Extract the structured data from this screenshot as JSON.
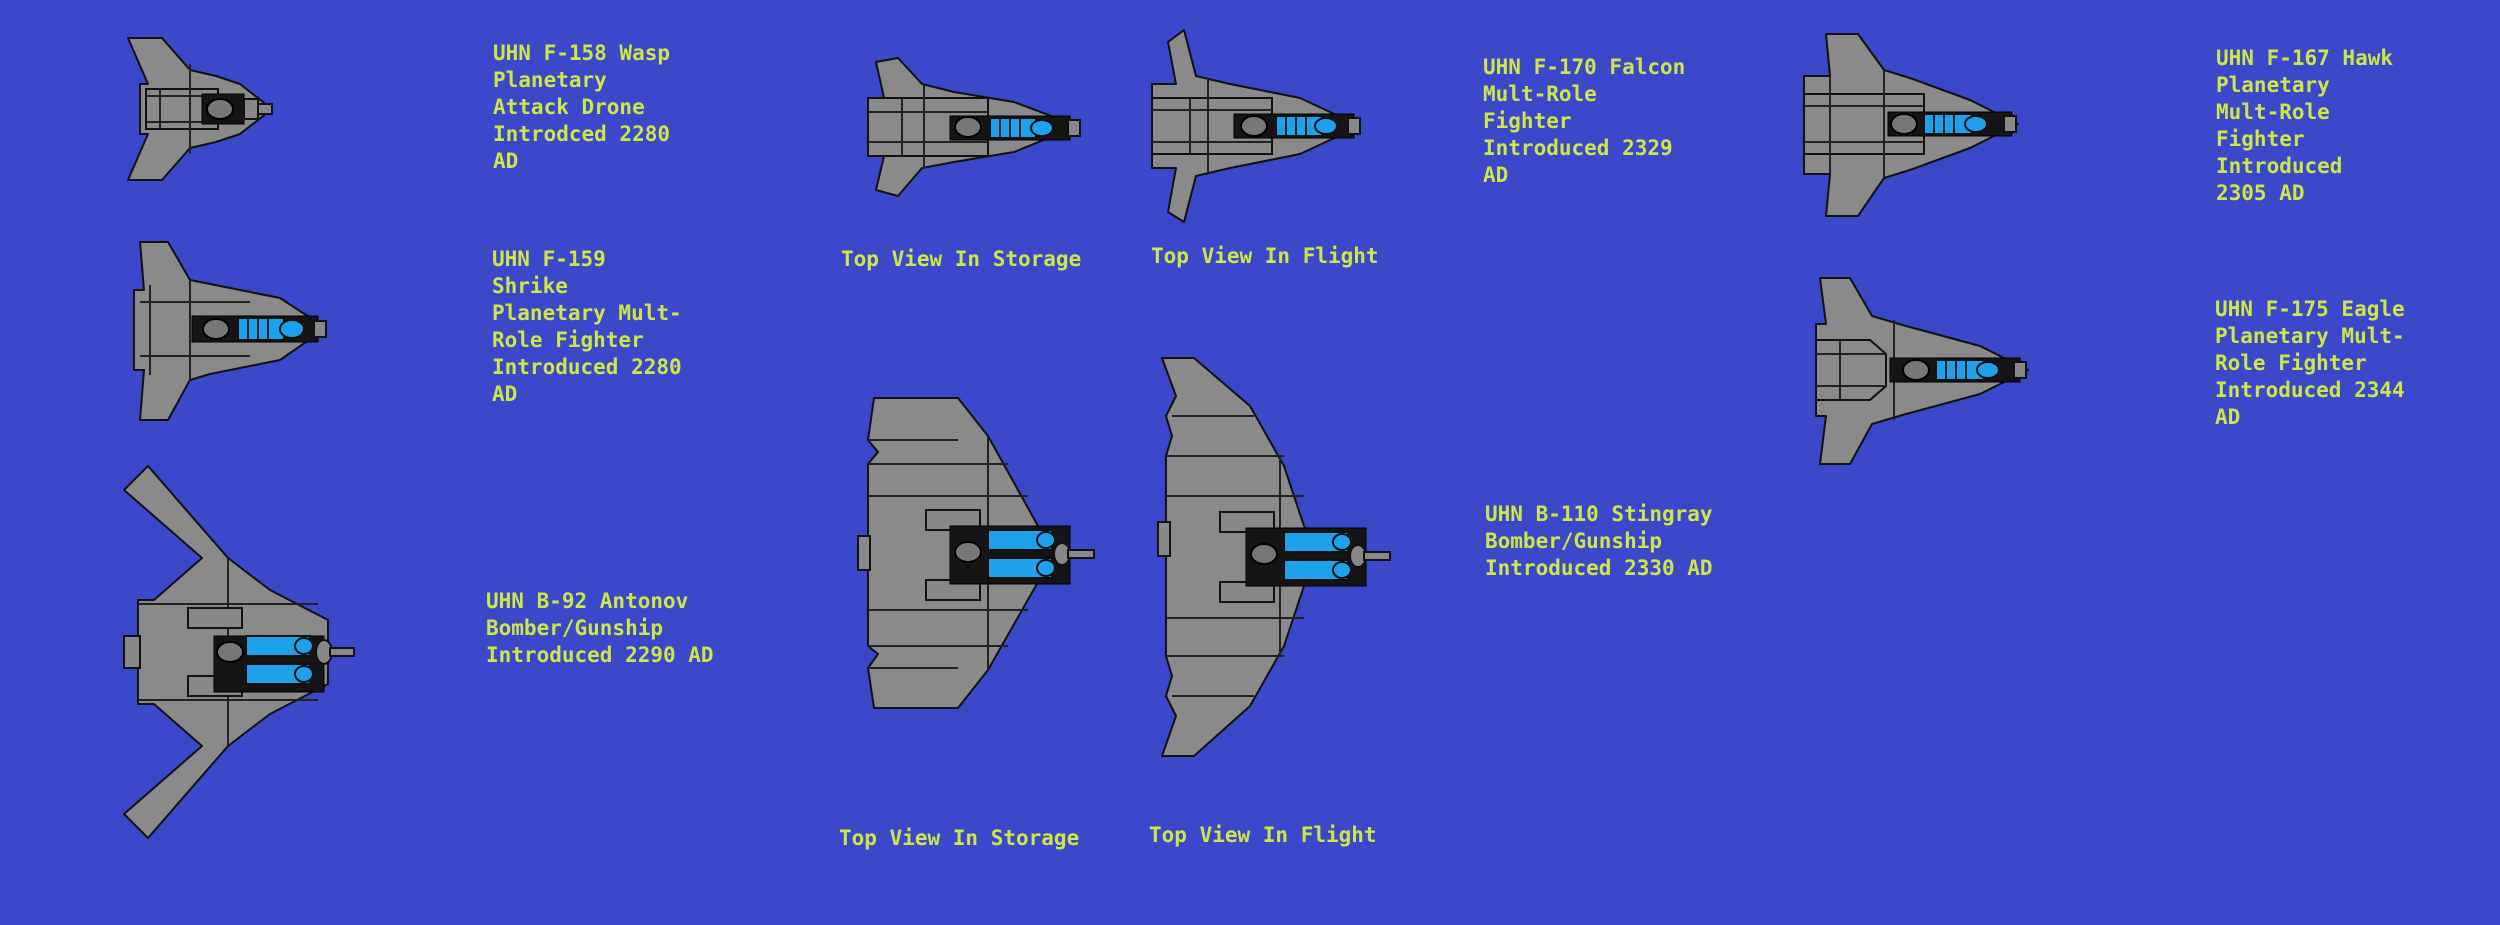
{
  "ships": {
    "wasp": "UHN F-158 Wasp\nPlanetary\nAttack Drone\nIntrodced 2280\nAD",
    "shrike": "UHN F-159\nShrike\nPlanetary Mult-\nRole Fighter\nIntroduced 2280\nAD",
    "antonov": "UHN B-92 Antonov\nBomber/Gunship\nIntroduced 2290 AD",
    "falcon": "UHN F-170 Falcon\nMult-Role\nFighter\nIntroduced 2329\nAD",
    "stingray": "UHN B-110 Stingray\nBomber/Gunship\nIntroduced 2330 AD",
    "hawk": "UHN F-167 Hawk\nPlanetary\nMult-Role\nFighter\nIntroduced\n2305 AD",
    "eagle": "UHN F-175 Eagle\nPlanetary Mult-\nRole Fighter\nIntroduced 2344\nAD"
  },
  "views": {
    "falcon_storage": "Top View In Storage",
    "falcon_flight": "Top View In Flight",
    "stingray_storage": "Top View In Storage",
    "stingray_flight": "Top View In Flight"
  },
  "colors": {
    "background": "#3b48c9",
    "text": "#cde64a",
    "hull": "#8a8a8a",
    "cockpit": "#1ea0ea"
  }
}
